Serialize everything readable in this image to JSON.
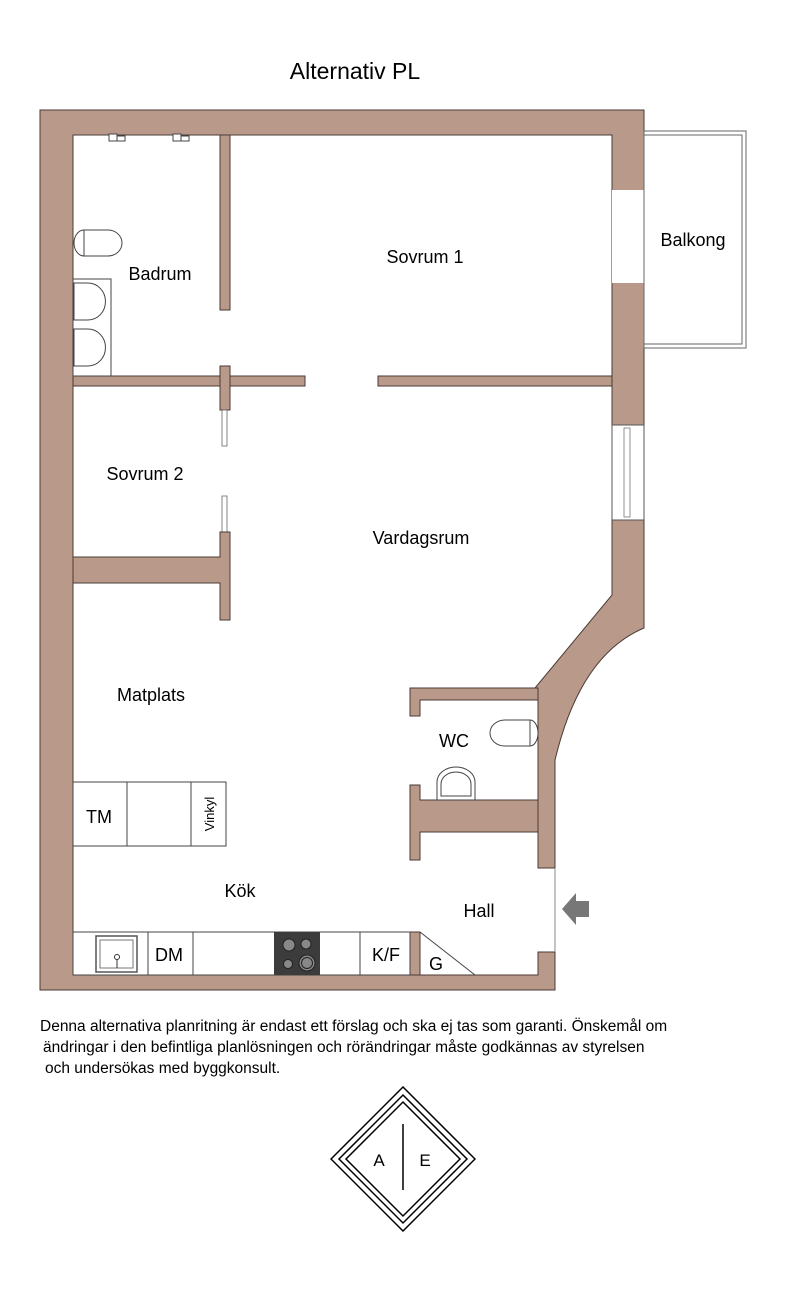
{
  "title": "Alternativ PL",
  "rooms": {
    "badrum": "Badrum",
    "sovrum1": "Sovrum 1",
    "balkong": "Balkong",
    "sovrum2": "Sovrum 2",
    "vardagsrum": "Vardagsrum",
    "matplats": "Matplats",
    "wc": "WC",
    "kok": "Kök",
    "hall": "Hall"
  },
  "fixtures": {
    "tm": "TM",
    "vinkyl": "Vinkyl",
    "dm": "DM",
    "kf": "K/F",
    "g": "G"
  },
  "disclaimer": [
    "Denna alternativa planritning är endast ett förslag och ska ej tas som garanti. Önskemål om",
    "ändringar i den befintliga planlösningen och rörändringar måste godkännas av styrelsen",
    "och undersökas med byggkonsult."
  ],
  "logo": {
    "left": "A",
    "right": "E"
  },
  "colors": {
    "wall": "#b9998a"
  }
}
